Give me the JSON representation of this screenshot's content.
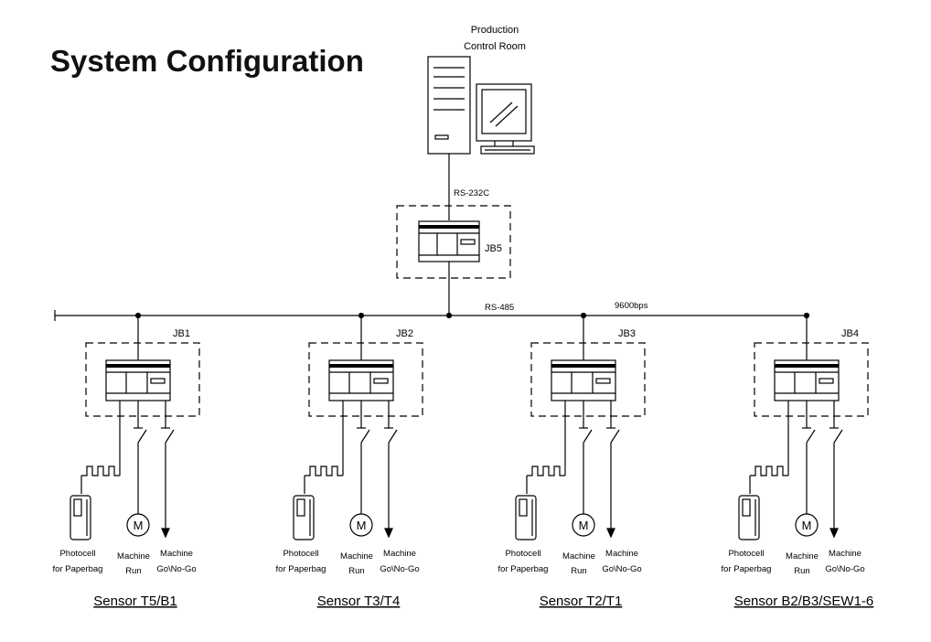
{
  "title": "System Configuration",
  "control_room": {
    "line1": "Production",
    "line2": "Control Room"
  },
  "links": {
    "pc_link": "RS-232C",
    "bus": "RS-485",
    "baud": "9600bps"
  },
  "main_box": {
    "label": "JB5"
  },
  "junction_boxes": [
    {
      "label": "JB1",
      "sensor": "Sensor T5/B1"
    },
    {
      "label": "JB2",
      "sensor": "Sensor T3/T4"
    },
    {
      "label": "JB3",
      "sensor": "Sensor T2/T1"
    },
    {
      "label": "JB4",
      "sensor": "Sensor B2/B3/SEW1-6"
    }
  ],
  "device_labels": {
    "photocell_1": "Photocell",
    "photocell_2": "for Paperbag",
    "run_1": "Machine",
    "run_2": "Run",
    "gonogo_1": "Machine",
    "gonogo_2": "Go\\No-Go",
    "motor_symbol": "M"
  }
}
